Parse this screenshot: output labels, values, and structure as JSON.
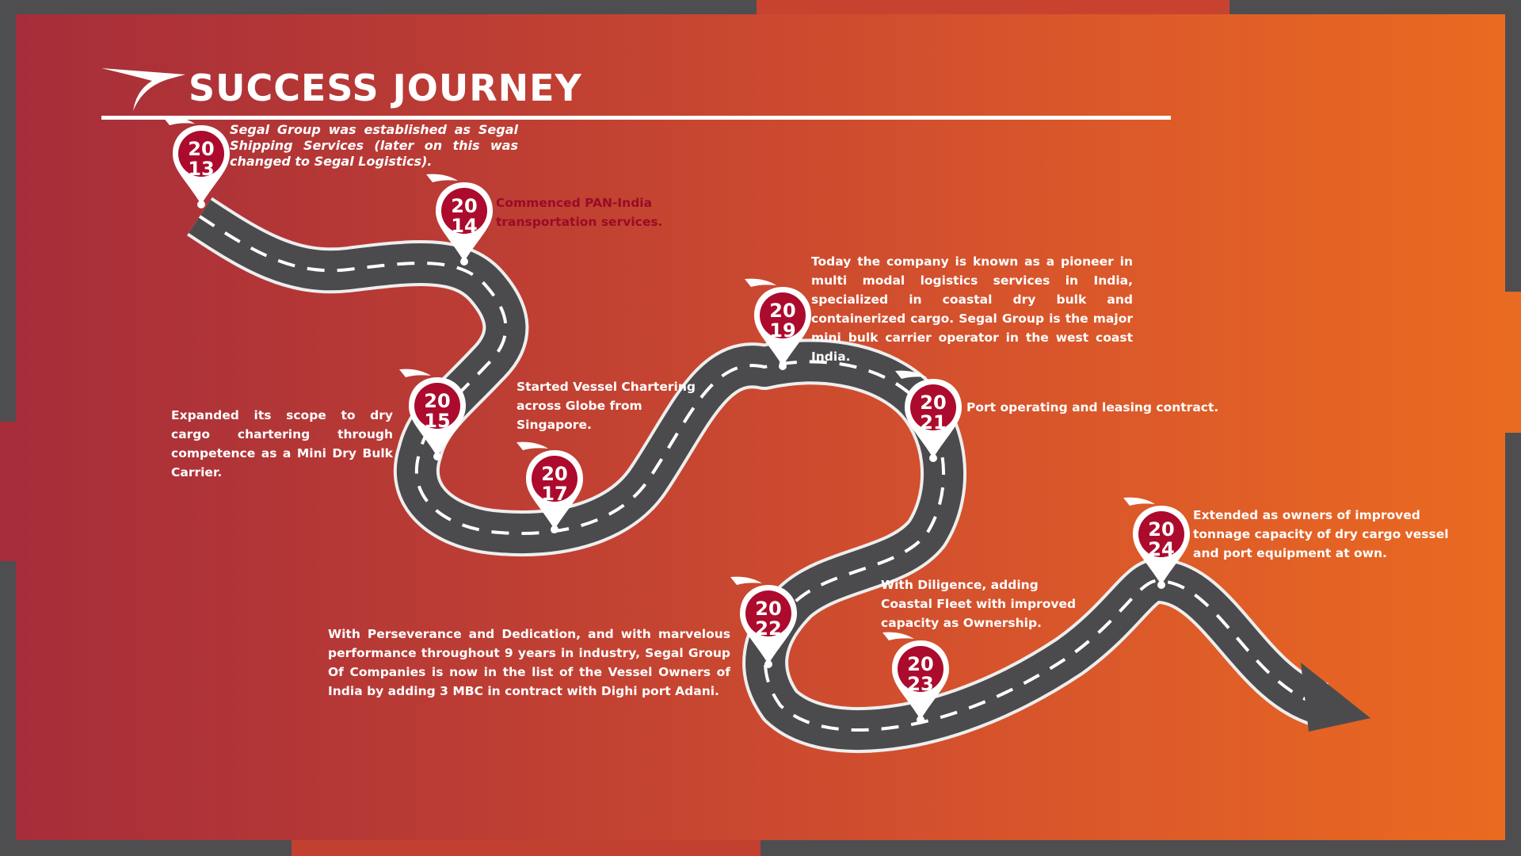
{
  "page": {
    "title": "SUCCESS JOURNEY"
  },
  "colors": {
    "frame": "#4e4e50",
    "gradient_start": "#a62d3a",
    "gradient_end": "#ea6a20",
    "road": "#4b4b4d",
    "pin_fill": "#ac0b2d",
    "pin_outline": "#ffffff",
    "dark_text": "#9a0b26"
  },
  "icons": {
    "logo": "swoosh-logo-icon",
    "pin": "map-pin-icon",
    "arrow": "arrow-head-icon"
  },
  "milestones": [
    {
      "year_top": "20",
      "year_bottom": "13",
      "text": "Segal Group was established as Segal Shipping Services (later on this was changed to Segal Logistics)."
    },
    {
      "year_top": "20",
      "year_bottom": "14",
      "text": "Commenced PAN-India transportation services."
    },
    {
      "year_top": "20",
      "year_bottom": "15",
      "text": "Expanded its scope to dry cargo chartering through competence as a Mini Dry Bulk Carrier."
    },
    {
      "year_top": "20",
      "year_bottom": "17",
      "text": "Started Vessel Chartering across Globe from Singapore."
    },
    {
      "year_top": "20",
      "year_bottom": "19",
      "text": "Today the company is known as a pioneer in multi modal logistics services in India, specialized in coastal dry bulk and containerized cargo. Segal Group is the major mini bulk carrier operator in the west coast India."
    },
    {
      "year_top": "20",
      "year_bottom": "21",
      "text": "Port operating and leasing contract."
    },
    {
      "year_top": "20",
      "year_bottom": "22",
      "text": "With Perseverance and Dedication, and with marvelous performance throughout 9 years in industry, Segal Group Of Companies is now in the list of the Vessel Owners of India by adding 3 MBC in contract with Dighi port Adani."
    },
    {
      "year_top": "20",
      "year_bottom": "23",
      "text": "With Diligence, adding Coastal Fleet with improved capacity as Ownership."
    },
    {
      "year_top": "20",
      "year_bottom": "24",
      "text": "Extended as owners of improved tonnage capacity of dry cargo vessel and port equipment at own."
    }
  ]
}
